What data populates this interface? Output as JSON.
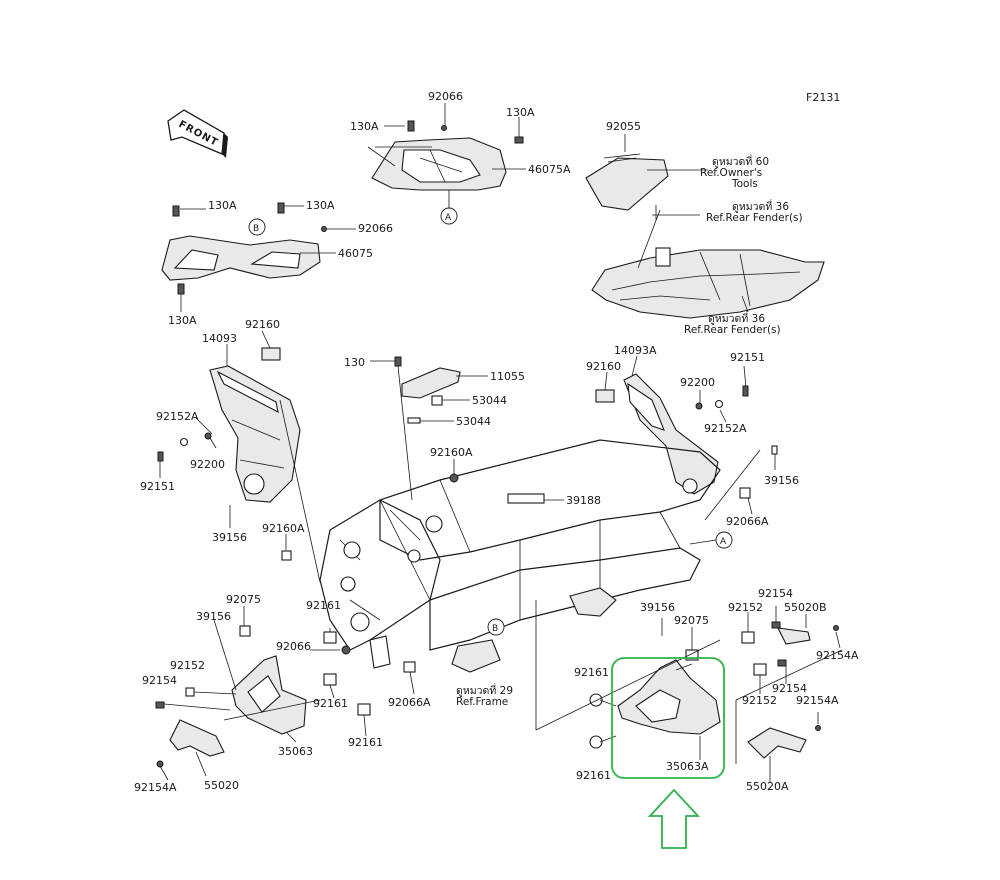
{
  "figure_code": "F2131",
  "front_label": "FRONT",
  "circle_refs": {
    "a": "A",
    "b": "B"
  },
  "refs": {
    "owners_tools": {
      "thai": "ดูหมวดที่ 60",
      "eng": "Ref.Owner's",
      "eng2": "Tools"
    },
    "rear_fender_1": {
      "thai": "ดูหมวดที่ 36",
      "eng": "Ref.Rear Fender(s)"
    },
    "rear_fender_2": {
      "thai": "ดูหมวดที่ 36",
      "eng": "Ref.Rear Fender(s)"
    },
    "frame": {
      "thai": "ดูหมวดที่ 29",
      "eng": "Ref.Frame"
    }
  },
  "parts": [
    "92066",
    "130A",
    "130A",
    "46075A",
    "130A",
    "130A",
    "92066",
    "46075",
    "130A",
    "92055",
    "14093",
    "92160",
    "92152A",
    "92200",
    "92151",
    "39156",
    "92160A",
    "130",
    "11055",
    "53044",
    "53044",
    "92160A",
    "39188",
    "14093A",
    "92160",
    "92151",
    "92200",
    "92152A",
    "39156",
    "92066A",
    "92075",
    "39156",
    "92066",
    "92161",
    "92152",
    "92154",
    "92161",
    "92161",
    "92066A",
    "35063",
    "92154A",
    "55020",
    "39156",
    "92075",
    "92152",
    "92154",
    "55020B",
    "92154A",
    "92161",
    "92161",
    "92152",
    "92154",
    "92154A",
    "35063A",
    "55020A"
  ],
  "highlight_color": "#2db34a"
}
